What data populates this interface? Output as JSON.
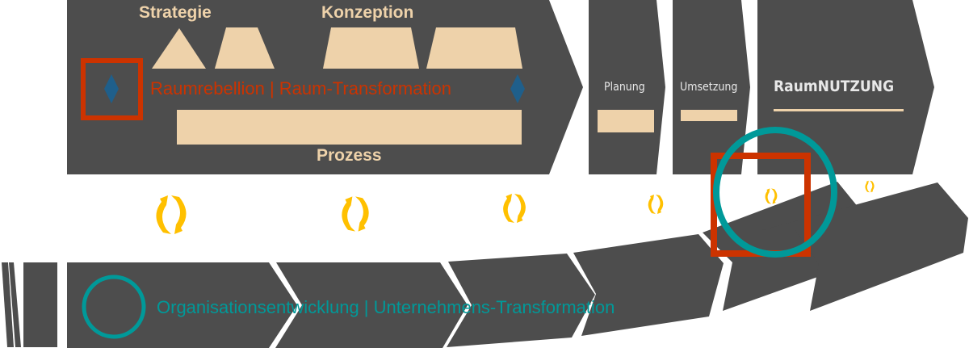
{
  "colors": {
    "dark": "#4d4d4d",
    "beige": "#eed2aa",
    "red": "#cc3300",
    "teal": "#009999",
    "blue": "#1f5f8b",
    "yellow": "#ffc000",
    "light_text": "#e8e8e8"
  },
  "top_row": {
    "main_chevron": {
      "strategie": "Strategie",
      "konzeption": "Konzeption",
      "title": "Raumrebellion | Raum-Transformation",
      "prozess": "Prozess"
    },
    "planung": "Planung",
    "umsetzung": "Umsetzung",
    "raumnutzung": "RaumNUTZUNG"
  },
  "bottom_row": {
    "title": "Organisationsentwicklung | Unternehmens-Transformation"
  },
  "icons": [
    "cycle-arrows-icon",
    "diamond-icon",
    "square-frame-icon",
    "circle-frame-icon"
  ]
}
